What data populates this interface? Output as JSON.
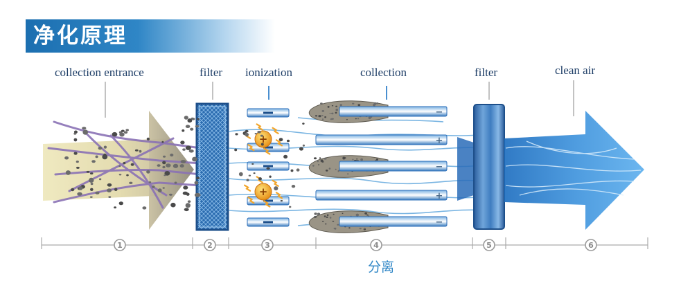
{
  "header": {
    "title": "净化原理"
  },
  "stage_labels": {
    "collection_entrance": "collection entrance",
    "filter_1": "filter",
    "ionization": "ionization",
    "collection": "collection",
    "filter_2": "filter",
    "clean_air": "clean air"
  },
  "stage_numbers": [
    "1",
    "2",
    "3",
    "4",
    "5",
    "6"
  ],
  "plate_signs": [
    "−",
    "+",
    "−",
    "+",
    "−"
  ],
  "ion_signs": [
    "+",
    "+"
  ],
  "bottom_label": "分离",
  "colors": {
    "banner_blue": "#1c6fb0",
    "label_navy": "#1d3d66",
    "fiber_purple": "#8a72b5",
    "airflow_blue": "#2a86d0",
    "filter_blue": "#2b6cb0",
    "ion_orange": "#f0a020",
    "dust_gray": "#5a5a5a",
    "accent_blue": "#2f86c6"
  }
}
